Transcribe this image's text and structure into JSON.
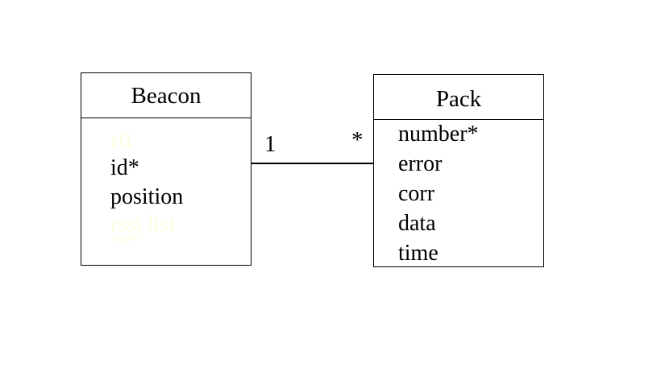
{
  "diagram": {
    "classes": [
      {
        "id": "beacon",
        "name": "Beacon",
        "attributes": [
          {
            "text": "rfi",
            "faded": true
          },
          {
            "text": "id*",
            "faded": false
          },
          {
            "text": "position",
            "faded": false
          },
          {
            "text": "rssi list",
            "faded": true
          },
          {
            "text": "signals",
            "faded": true
          }
        ]
      },
      {
        "id": "pack",
        "name": "Pack",
        "attributes": [
          {
            "text": "number*",
            "faded": false
          },
          {
            "text": "error",
            "faded": false
          },
          {
            "text": "corr",
            "faded": false
          },
          {
            "text": "data",
            "faded": false
          },
          {
            "text": "time",
            "faded": false
          }
        ]
      }
    ],
    "association": {
      "from": "beacon",
      "to": "pack",
      "from_multiplicity": "1",
      "to_multiplicity": "*"
    },
    "colors": {
      "line": "#000000",
      "faded_text": "#fffde0",
      "background": "#ffffff"
    }
  }
}
